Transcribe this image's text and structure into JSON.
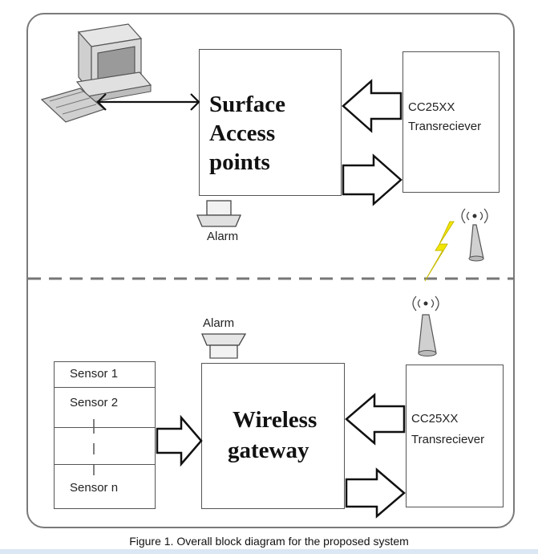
{
  "top": {
    "access_point_line1": "Surface",
    "access_point_line2": "Access points",
    "transceiver_line1": "CC25XX",
    "transceiver_line2": "Transreciever",
    "alarm_label": "Alarm"
  },
  "bottom": {
    "gateway_line1": "Wireless",
    "gateway_line2": "gateway",
    "transceiver_line1": "CC25XX",
    "transceiver_line2": "Transreciever",
    "alarm_label": "Alarm",
    "sensors": [
      "Sensor 1",
      "Sensor 2",
      "Sensor n"
    ]
  },
  "caption": "Figure 1. Overall block diagram for the proposed system",
  "colors": {
    "border": "#555555",
    "lightning": "#f2e600",
    "frame": "#7a7a7a"
  }
}
